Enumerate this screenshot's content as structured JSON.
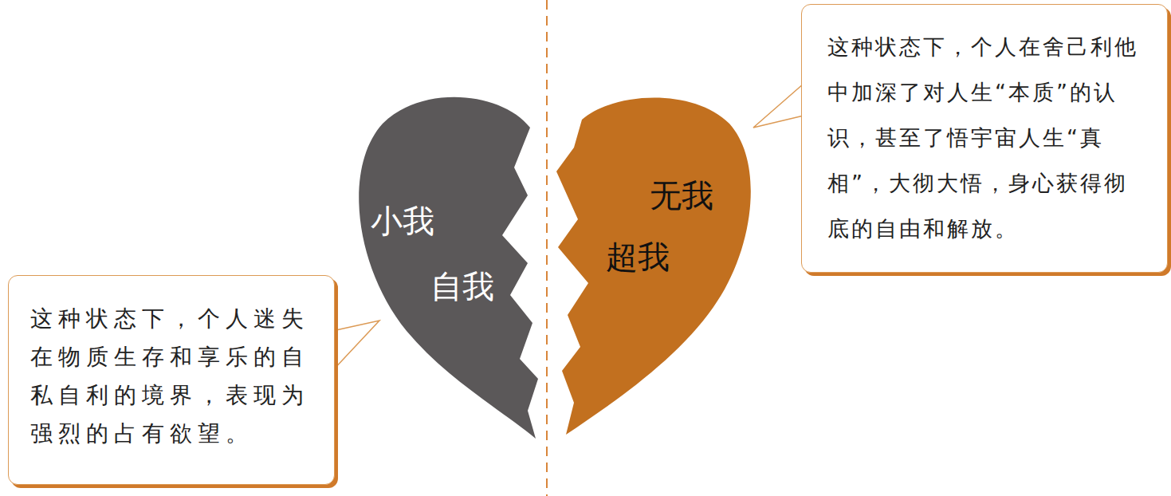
{
  "diagram": {
    "nodes": [
      {
        "text": [
          "小我",
          "自我"
        ]
      },
      {
        "text": [
          "无我",
          "超我"
        ]
      },
      {
        "text": [
          "这种状态下，个人在舍己利他中加深了对人生“本质”的认识，甚至了悟宇宙人生“真相”，大彻大悟，身心获得彻底的自由和解放。"
        ]
      },
      {
        "text": [
          "这种状态下，个人迷失在物质生存和享乐的自私自利的境界，表现为强烈的占有欲望。"
        ]
      }
    ],
    "edges": [
      {
        "from": 3,
        "to": 0,
        "arrow": "none"
      },
      {
        "from": 2,
        "to": 1,
        "arrow": "none"
      }
    ]
  }
}
